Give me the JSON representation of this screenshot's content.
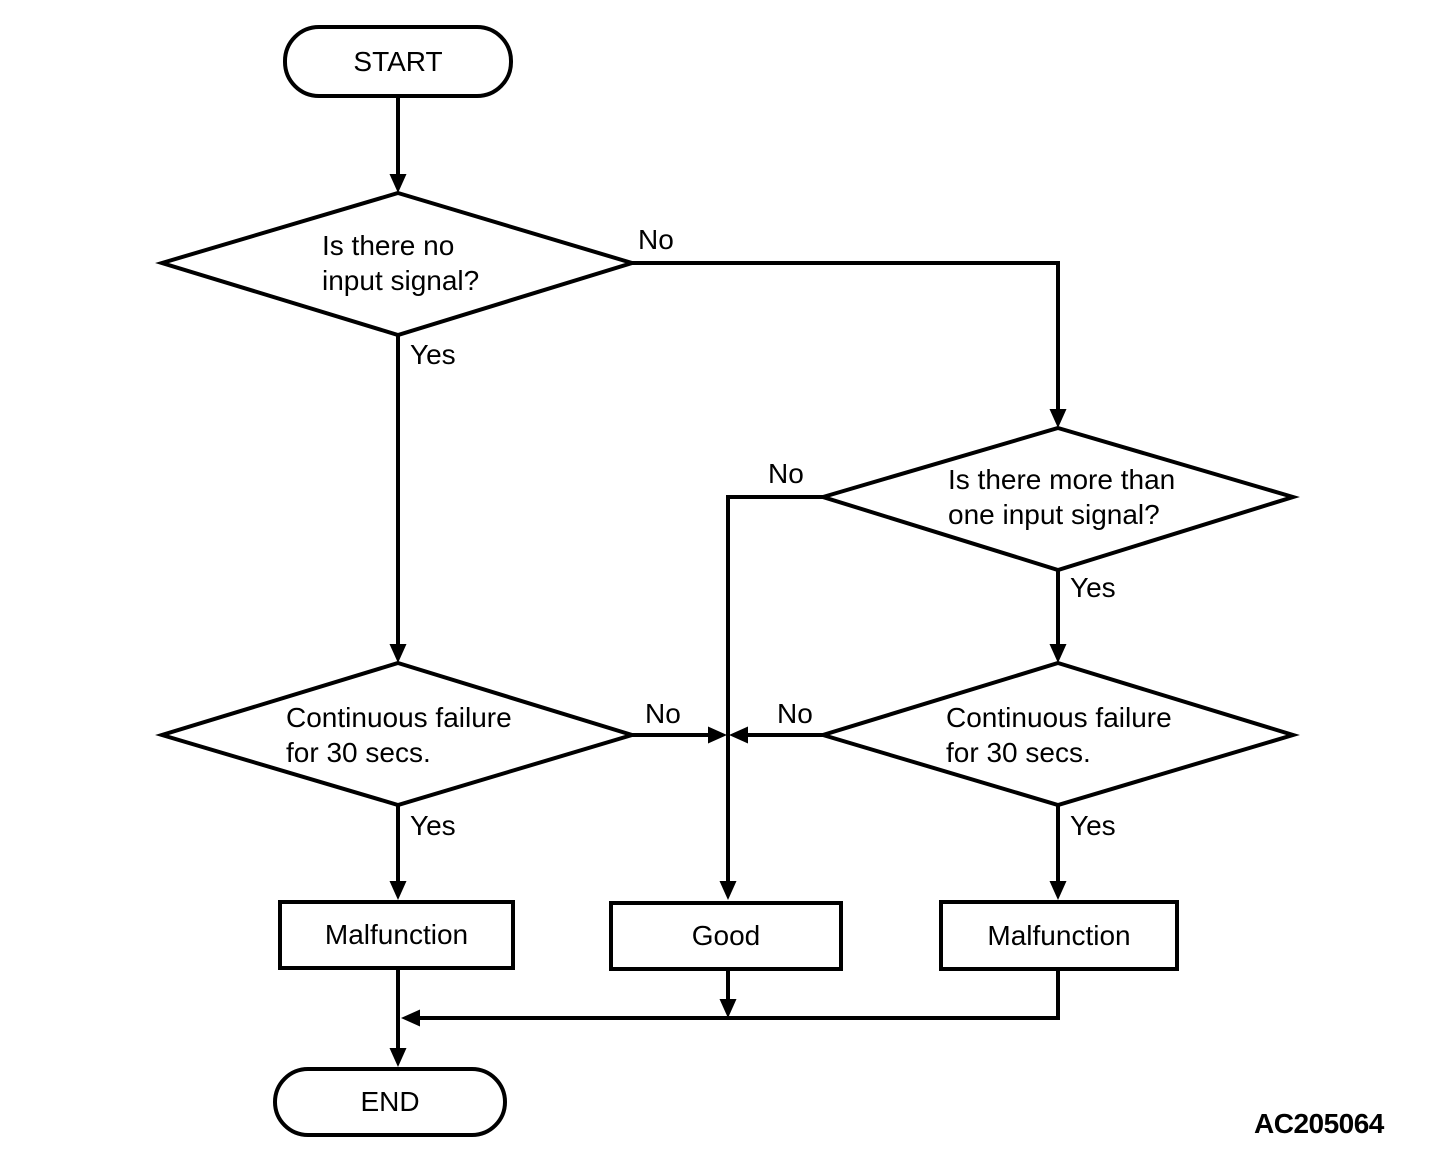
{
  "figure_code": "AC205064",
  "nodes": {
    "start": {
      "label": "START",
      "type": "terminator"
    },
    "no_input_signal": {
      "label": "Is there no\ninput signal?",
      "type": "decision"
    },
    "more_than_one": {
      "label": "Is there more than\none input signal?",
      "type": "decision"
    },
    "cont_failure_left": {
      "label": "Continuous failure\nfor 30 secs.",
      "type": "decision"
    },
    "cont_failure_right": {
      "label": "Continuous failure\nfor 30 secs.",
      "type": "decision"
    },
    "malfunction_left": {
      "label": "Malfunction",
      "type": "process"
    },
    "good": {
      "label": "Good",
      "type": "process"
    },
    "malfunction_right": {
      "label": "Malfunction",
      "type": "process"
    },
    "end": {
      "label": "END",
      "type": "terminator"
    }
  },
  "edge_labels": {
    "no_input_no": "No",
    "no_input_yes": "Yes",
    "more_than_one_no": "No",
    "more_than_one_yes": "Yes",
    "cont_left_no": "No",
    "cont_left_yes": "Yes",
    "cont_right_no": "No",
    "cont_right_yes": "Yes"
  }
}
